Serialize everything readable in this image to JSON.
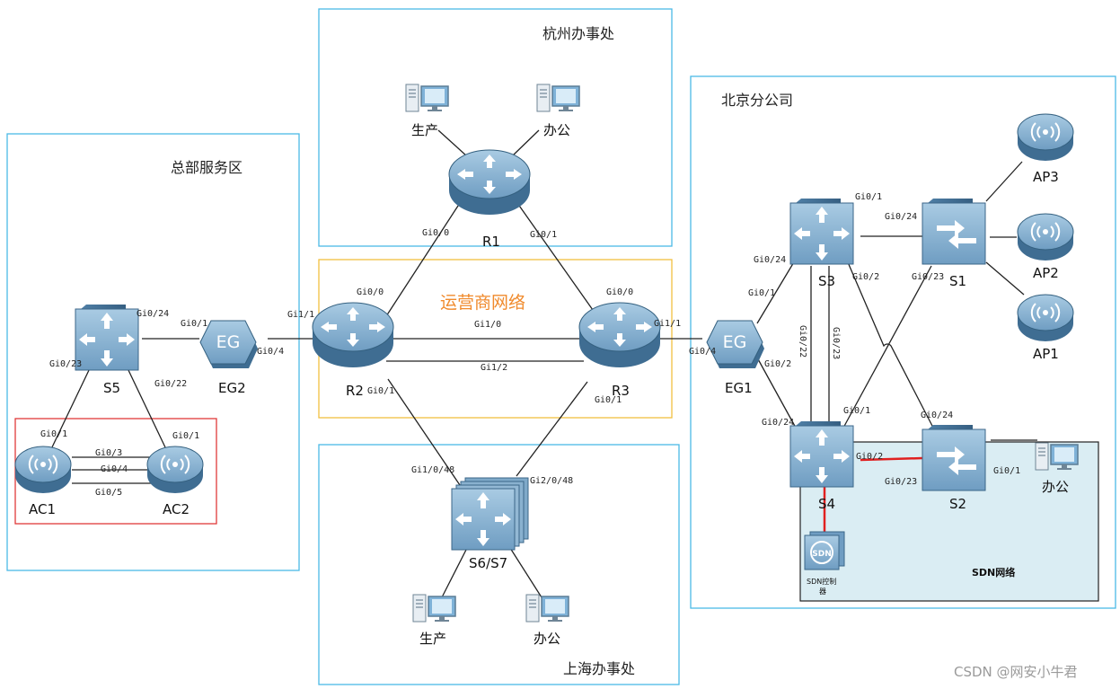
{
  "colors": {
    "region_border": "#4bb9e6",
    "carrier_border": "#f0c040",
    "carrier_text": "#f08a2c",
    "ac_border": "#e03a3a",
    "sdn_fill": "#daedf3",
    "red_link": "#e02020",
    "device_dark": "#3d6c91",
    "device_mid": "#5b8db4",
    "device_light": "#9fc2dc"
  },
  "regions": {
    "hq": "总部服务区",
    "hangzhou": "杭州办事处",
    "carrier": "运营商网络",
    "beijing": "北京分公司",
    "shanghai": "上海办事处",
    "sdn": "SDN网络"
  },
  "devices": {
    "r1": "R1",
    "r2": "R2",
    "r3": "R3",
    "eg1": "EG1",
    "eg2": "EG2",
    "eg_text": "EG",
    "s1": "S1",
    "s2": "S2",
    "s3": "S3",
    "s4": "S4",
    "s5": "S5",
    "s67": "S6/S7",
    "ac1": "AC1",
    "ac2": "AC2",
    "ap1": "AP1",
    "ap2": "AP2",
    "ap3": "AP3",
    "sdn_ctrl_label": "SDN控制器",
    "sdn_icon_text": "SDN"
  },
  "terminals": {
    "hz_prod": "生产",
    "hz_office": "办公",
    "sh_prod": "生产",
    "sh_office": "办公",
    "bj_office": "办公"
  },
  "ports": {
    "r1_gi00": "Gi0/0",
    "r1_gi01": "Gi0/1",
    "r2_gi00": "Gi0/0",
    "r2_gi11": "Gi1/1",
    "r2_gi01": "Gi0/1",
    "r3_gi00": "Gi0/0",
    "r3_gi11": "Gi1/1",
    "r3_gi01": "Gi0/1",
    "gi10": "Gi1/0",
    "gi12": "Gi1/2",
    "eg2_gi01": "Gi0/1",
    "eg2_gi04": "Gi0/4",
    "eg1_gi04": "Gi0/4",
    "eg1_gi01": "Gi0/1",
    "eg1_gi02": "Gi0/2",
    "s5_gi024": "Gi0/24",
    "s5_gi023": "Gi0/23",
    "s5_gi022": "Gi0/22",
    "ac1_gi01": "Gi0/1",
    "ac2_gi01": "Gi0/1",
    "ac_gi03": "Gi0/3",
    "ac_gi04": "Gi0/4",
    "ac_gi05": "Gi0/5",
    "s67_gi1048": "Gi1/0/48",
    "s67_gi2048": "Gi2/0/48",
    "s3_gi01": "Gi0/1",
    "s3_gi024_top": "Gi0/24",
    "s3_gi024_left": "Gi0/24",
    "s3_gi02": "Gi0/2",
    "s3_gi022": "Gi0/22",
    "s3_gi023": "Gi0/23",
    "s1_gi023": "Gi0/23",
    "s4_gi024": "Gi0/24",
    "s4_gi01": "Gi0/1",
    "s4_gi02": "Gi0/2",
    "s2_gi024": "Gi0/24",
    "s2_gi023": "Gi0/23",
    "s2_gi01": "Gi0/1"
  },
  "watermark": "CSDN @网安小牛君"
}
